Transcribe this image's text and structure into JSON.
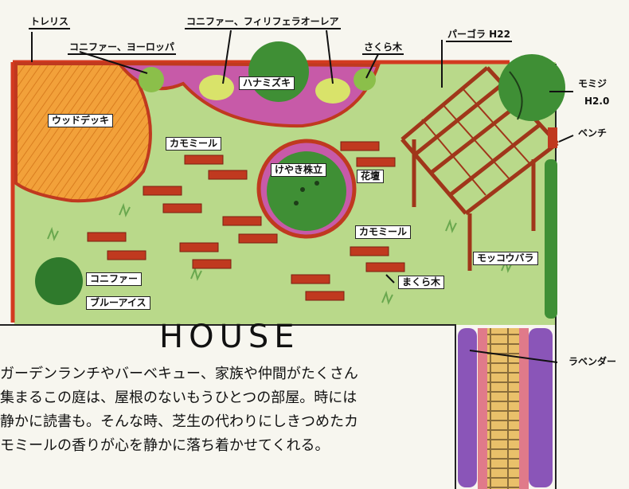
{
  "labels": {
    "trellis": "トレリス",
    "conifer_europe": "コニファー、ヨーロッパ",
    "conifer_filifera": "コニファー、フィリフェラオーレア",
    "sakura": "さくら木",
    "pergola": "パーゴラ H22",
    "momiji_1": "モミジ",
    "momiji_2": "H2.0",
    "bench": "ベンチ",
    "wood_deck": "ウッドデッキ",
    "hanamizuki": "ハナミズキ",
    "chamomile_1": "カモミール",
    "keyaki": "けやき株立",
    "kadan": "花壇",
    "chamomile_2": "カモミール",
    "mokkoubara": "モッコウバラ",
    "conifer_blue": "コニファー",
    "blue_ice": "ブルーアイス",
    "makuragi": "まくら木",
    "lavender": "ラベンダー"
  },
  "house": "HOUSE",
  "description": [
    "ガーデンランチやバーベキュー、家族や仲間がたくさん",
    "集まるこの庭は、屋根のないもうひとつの部屋。時には",
    "静かに読書も。そんな時、芝生の代わりにしきつめたカ",
    "モミールの香りが心を静かに落ち着かせてくれる。"
  ],
  "colors": {
    "lawn": "#b9d98a",
    "deck": "#f2a13a",
    "wall": "#d23a20",
    "sleeper": "#c0391f",
    "tree": "#3f8f35",
    "flowers": "#c75aa8",
    "lavender": "#8a55b8",
    "path": "#e9c06a"
  }
}
